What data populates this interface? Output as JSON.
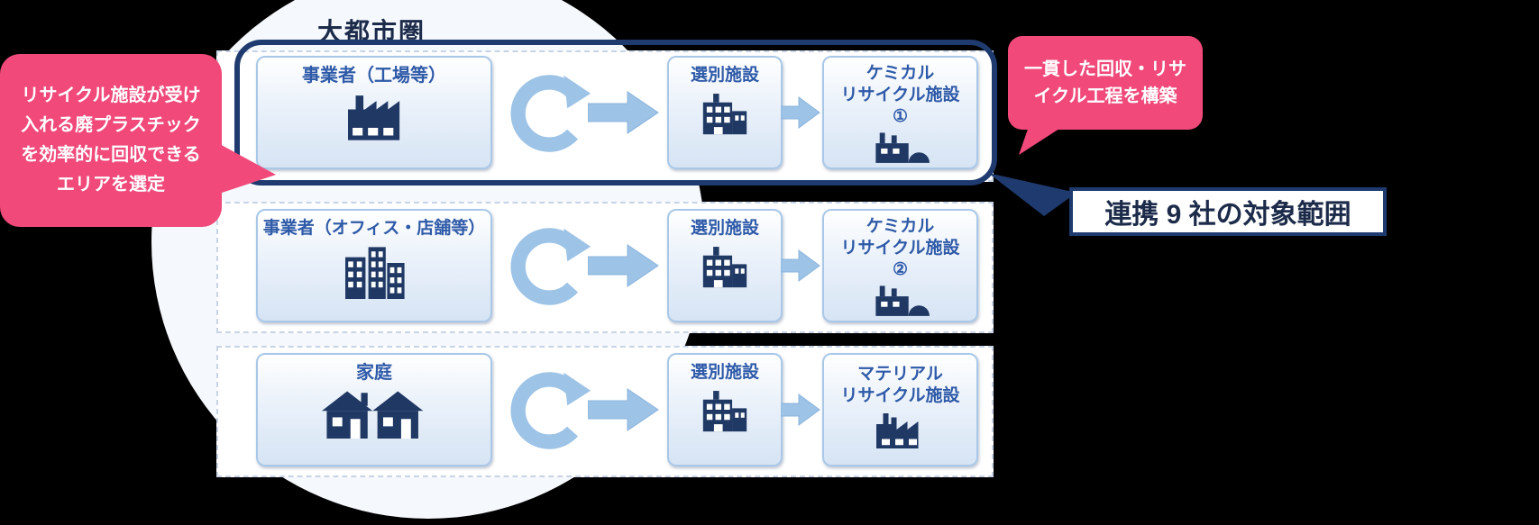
{
  "region_label": "大都市圏",
  "callouts": {
    "left": "リサイクル施設が受け入れる廃プラスチックを効率的に回収できるエリアを選定",
    "right": "一貫した回収・リサイクル工程を構築",
    "scope": "連携 9 社の対象範囲"
  },
  "rows": [
    {
      "source": "事業者（工場等）",
      "source_icon": "factory-icon",
      "sorting": "選別施設",
      "sorting_icon": "sorting-facility-icon",
      "dest": "ケミカル\nリサイクル施設\n①",
      "dest_icon": "chemical-plant-icon"
    },
    {
      "source": "事業者（オフィス・店舗等）",
      "source_icon": "office-buildings-icon",
      "sorting": "選別施設",
      "sorting_icon": "sorting-facility-icon",
      "dest": "ケミカル\nリサイクル施設\n②",
      "dest_icon": "chemical-plant-icon"
    },
    {
      "source": "家庭",
      "source_icon": "houses-icon",
      "sorting": "選別施設",
      "sorting_icon": "sorting-facility-icon",
      "dest": "マテリアル\nリサイクル施設",
      "dest_icon": "material-plant-icon"
    }
  ],
  "colors": {
    "callout_pink": "#f0497a",
    "navy": "#1e3a6e",
    "label_blue": "#2e5aa8",
    "arrow_blue": "#9dc3e6",
    "card_fill": "#d6e4f4"
  }
}
